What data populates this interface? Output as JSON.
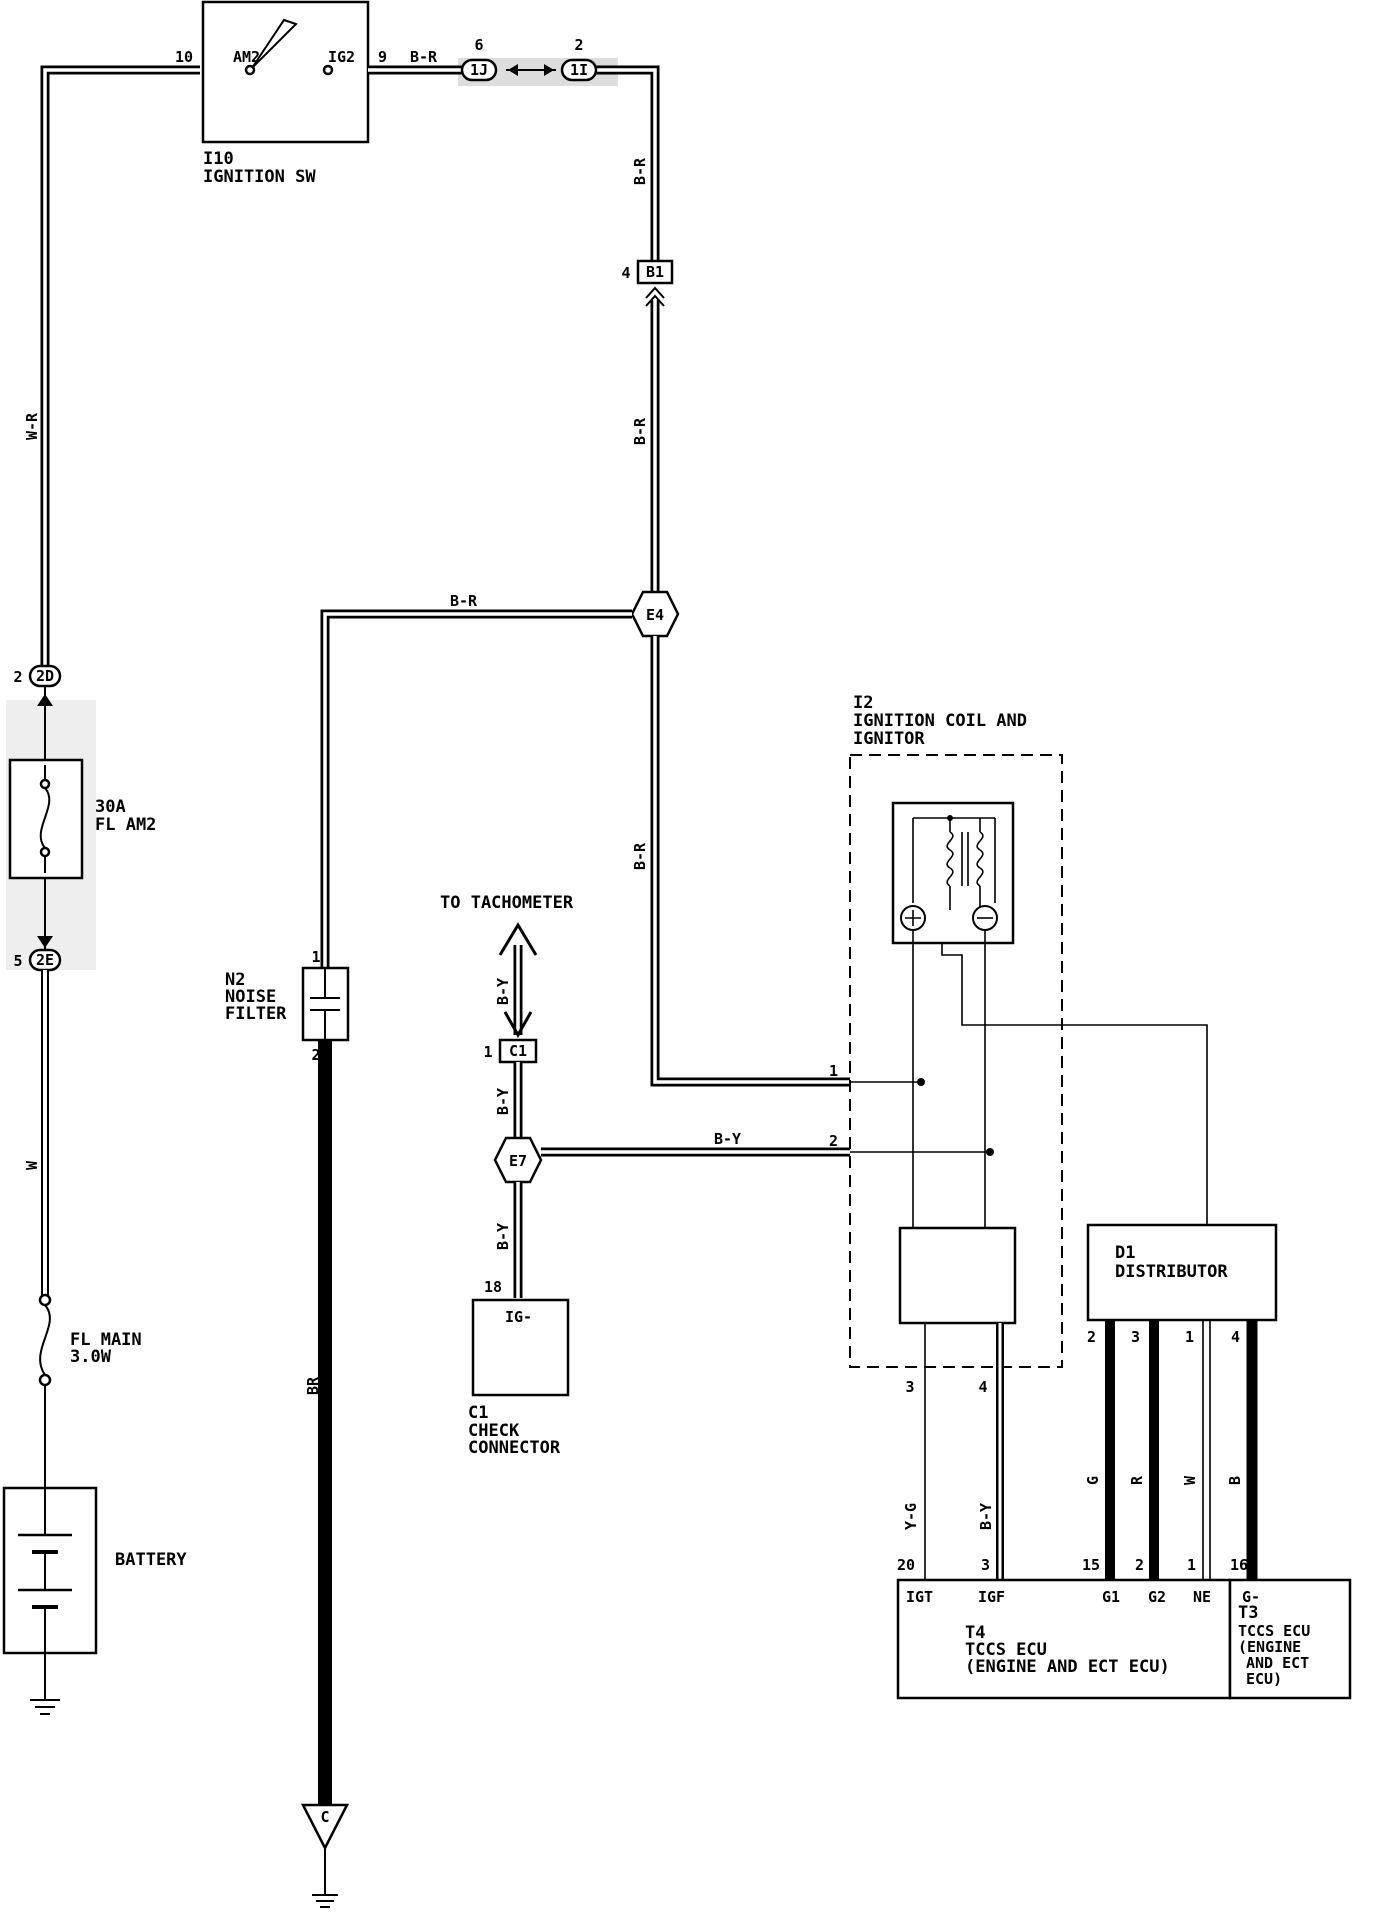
{
  "components": {
    "ignition_switch": {
      "id": "I10",
      "name": "IGNITION SW",
      "pin_am2_num": "10",
      "pin_am2": "AM2",
      "pin_ig2": "IG2",
      "pin_ig2_num": "9"
    },
    "ignition_coil": {
      "id": "I2",
      "name_line1": "IGNITION COIL AND",
      "name_line2": "IGNITOR",
      "pin1": "1",
      "pin2": "2",
      "out3": "3",
      "out4": "4"
    },
    "noise_filter": {
      "id": "N2",
      "name_line1": "NOISE",
      "name_line2": "FILTER",
      "pin1": "1",
      "pin2": "2"
    },
    "check_connector": {
      "id": "C1",
      "name_line1": "CHECK",
      "name_line2": "CONNECTOR",
      "pin": "18",
      "terminal": "IG-"
    },
    "distributor": {
      "id": "D1",
      "name": "DISTRIBUTOR",
      "pin_g": "2",
      "pin_r": "3",
      "pin_w": "1",
      "pin_b": "4"
    },
    "ecu_t4": {
      "id": "T4",
      "name_line1": "TCCS ECU",
      "name_line2": "(ENGINE AND ECT ECU)",
      "pin_igt_num": "20",
      "pin_igt": "IGT",
      "pin_igf_num": "3",
      "pin_igf": "IGF",
      "pin_g1_num": "15",
      "pin_g1": "G1",
      "pin_g2_num": "2",
      "pin_g2": "G2",
      "pin_ne_num": "1",
      "pin_ne": "NE"
    },
    "ecu_t3": {
      "id": "T3",
      "pin_num": "16",
      "pin": "G-",
      "name_line1": "TCCS ECU",
      "name_line2": "(ENGINE",
      "name_line3": "AND ECT",
      "name_line4": "ECU)"
    },
    "fuse_am2": {
      "rating": "30A",
      "name": "FL AM2"
    },
    "fuse_main": {
      "name": "FL MAIN",
      "rating": "3.0W"
    },
    "battery": {
      "name": "BATTERY"
    }
  },
  "connectors": {
    "c_2d": {
      "id": "2D",
      "pin": "2"
    },
    "c_2e": {
      "id": "2E",
      "pin": "5"
    },
    "c_1j": {
      "id": "1J",
      "pin": "6"
    },
    "c_1i": {
      "id": "1I",
      "pin": "2"
    },
    "c_b1": {
      "id": "B1",
      "pin": "4"
    },
    "c_c1": {
      "id": "C1",
      "pin": "1"
    }
  },
  "junctions": {
    "e4": "E4",
    "e7": "E7"
  },
  "ground": {
    "label": "C"
  },
  "tachometer": {
    "label": "TO TACHOMETER"
  },
  "wire_colors": {
    "wr": "W-R",
    "w": "W",
    "br_main": "B-R",
    "br_b1": "B-R",
    "br_vert": "B-R",
    "br_e4_left": "B-R",
    "br_e4_down": "B-R",
    "by_tach": "B-Y",
    "by_c1": "B-Y",
    "by_e7": "B-Y",
    "by_e7_down": "B-Y",
    "ground_br": "BR",
    "yg": "Y-G",
    "by_igf": "B-Y",
    "g": "G",
    "r": "R",
    "w_ne": "W",
    "b": "B"
  }
}
